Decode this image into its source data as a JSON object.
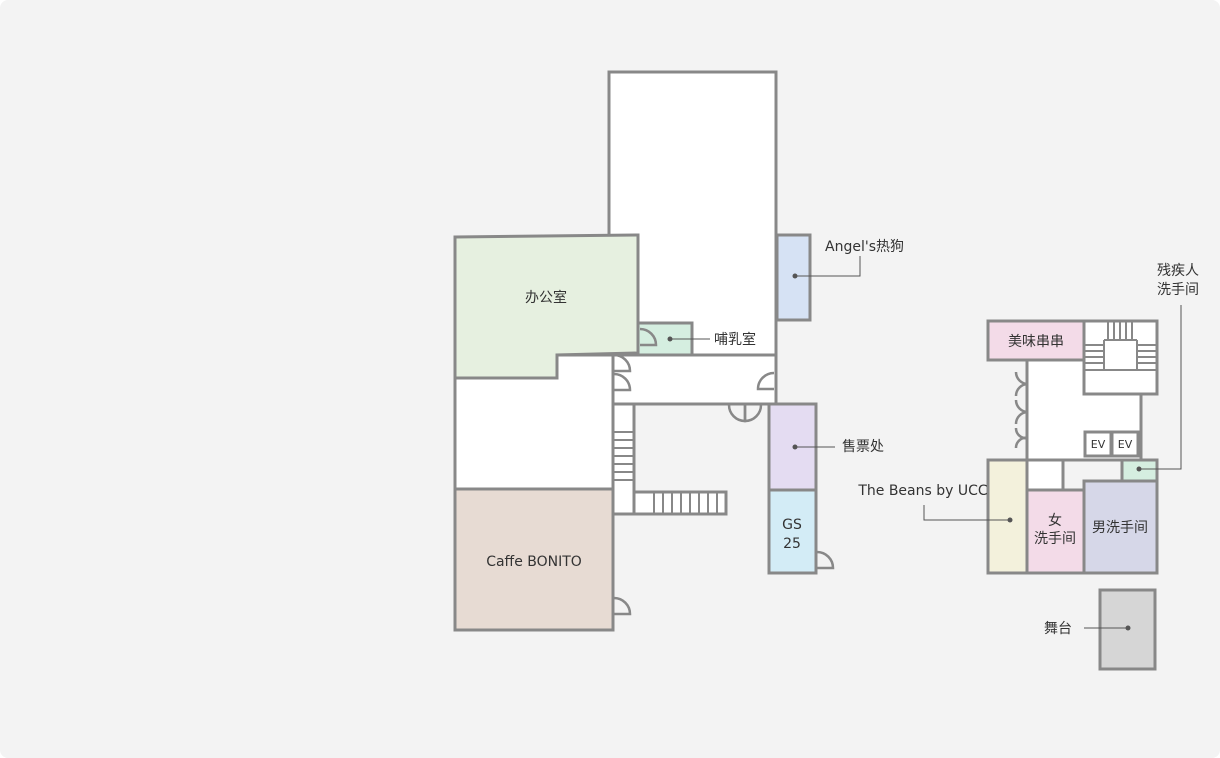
{
  "colors": {
    "background": "#f3f3f3",
    "wall": "#888888",
    "floor": "#ffffff",
    "office": "#e6f0e0",
    "nursing": "#d5eee0",
    "angels": "#d6e2f4",
    "ticket": "#e4dcf2",
    "gs25": "#d3ecf6",
    "cafe": "#e7dbd3",
    "skewer": "#f3dbe8",
    "beans": "#f3f1dc",
    "women": "#f3dbe8",
    "men": "#d6d7e8",
    "accessible": "#d5eee0",
    "stage": "#d6d6d6"
  },
  "labels": {
    "office": "办公室",
    "nursing": "哺乳室",
    "angels": "Angel's热狗",
    "ticket": "售票处",
    "gs25_line1": "GS",
    "gs25_line2": "25",
    "cafe": "Caffe BONITO",
    "skewer": "美味串串",
    "accessible_line1": "残疾人",
    "accessible_line2": "洗手间",
    "beans": "The Beans by UCC",
    "women_line1": "女",
    "women_line2": "洗手间",
    "men": "男洗手间",
    "ev1": "EV",
    "ev2": "EV",
    "stage": "舞台"
  }
}
